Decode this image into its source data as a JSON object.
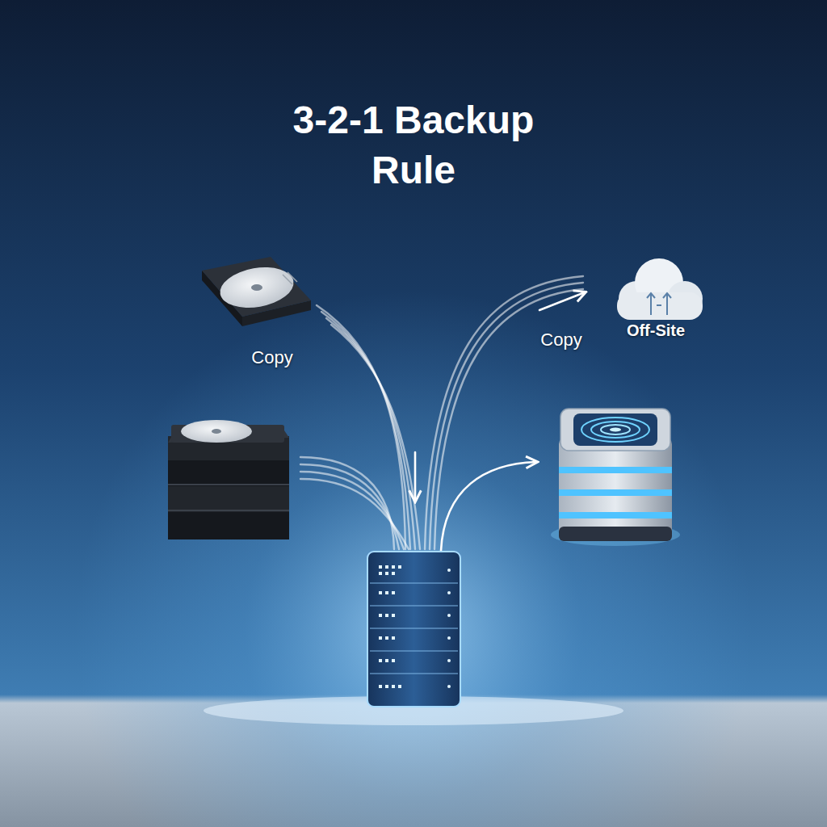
{
  "diagram": {
    "title": "3-2-1 Backup Rule",
    "nodes": [
      {
        "text": [
          "Copy"
        ]
      },
      {
        "text": [
          "Off-Site"
        ]
      }
    ],
    "labels": [
      "Copy"
    ]
  }
}
